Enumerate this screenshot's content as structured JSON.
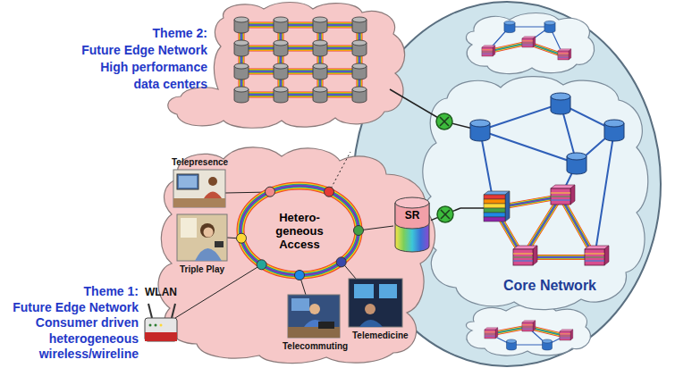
{
  "diagram": {
    "nodes": [
      {
        "text": [
          "Hetero- geneous Access"
        ]
      },
      {
        "text": [
          "SR"
        ]
      },
      {
        "text": [
          "Core Network"
        ]
      }
    ],
    "edges": [
      {
        "from": 1,
        "to": 2,
        "arrow": "none"
      }
    ],
    "labels": [
      "Theme 2:",
      "Future Edge Network High performance data centers",
      "Telepresence",
      "Triple Play",
      "WLAN",
      "Telecommuting",
      "Telemedicine",
      "Theme 1:",
      "Future Edge Network Consumer driven heterogeneous wireless/wireline"
    ]
  }
}
